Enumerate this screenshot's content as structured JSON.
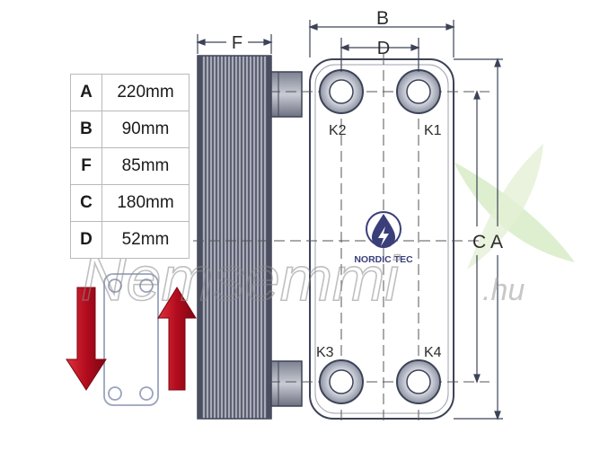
{
  "dimensions": [
    {
      "key": "A",
      "value": "220mm"
    },
    {
      "key": "B",
      "value": "90mm"
    },
    {
      "key": "F",
      "value": "85mm"
    },
    {
      "key": "C",
      "value": "180mm"
    },
    {
      "key": "D",
      "value": "52mm"
    }
  ],
  "labels": {
    "B": "B",
    "D": "D",
    "F": "F",
    "C": "C",
    "A": "A",
    "K1": "K1",
    "K2": "K2",
    "K3": "K3",
    "K4": "K4"
  },
  "logo": {
    "text": "NORDIC TEC"
  },
  "watermark": {
    "name": "Nemsemmi",
    "suffix": ".hu"
  },
  "colors": {
    "arrow": "#c8102e",
    "logo": "#3a3f7a",
    "outline": "#3d4357"
  },
  "icons": [
    "arrow-down-icon",
    "arrow-up-icon",
    "water-drop-icon",
    "leaf-icon"
  ]
}
